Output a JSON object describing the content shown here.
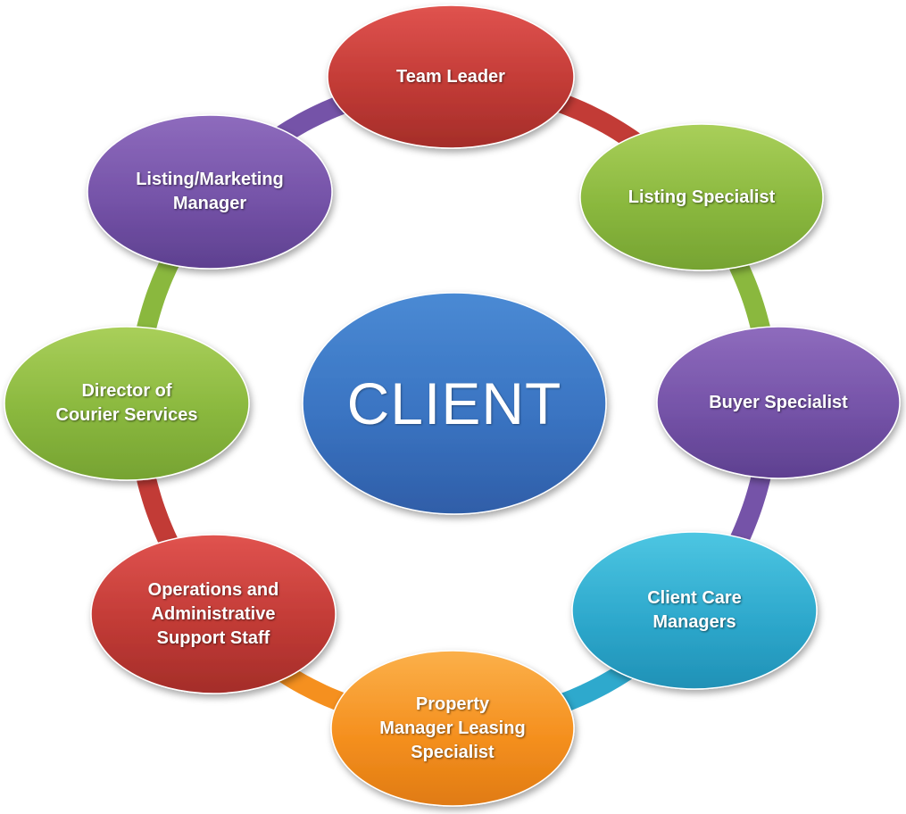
{
  "center": {
    "label": "CLIENT",
    "color": "blue"
  },
  "nodes": [
    {
      "id": "team-leader",
      "lines": [
        "Team Leader"
      ],
      "color": "red"
    },
    {
      "id": "listing-specialist",
      "lines": [
        "Listing Specialist"
      ],
      "color": "green"
    },
    {
      "id": "buyer-specialist",
      "lines": [
        "Buyer Specialist"
      ],
      "color": "purple"
    },
    {
      "id": "client-care-managers",
      "lines": [
        "Client Care",
        "Managers"
      ],
      "color": "cyan"
    },
    {
      "id": "property-manager-leasing-specialist",
      "lines": [
        "Property",
        "Manager Leasing",
        "Specialist"
      ],
      "color": "orange"
    },
    {
      "id": "operations-administrative-support-staff",
      "lines": [
        "Operations and",
        "Administrative",
        "Support Staff"
      ],
      "color": "red"
    },
    {
      "id": "director-of-courier-services",
      "lines": [
        "Director of",
        "Courier Services"
      ],
      "color": "green"
    },
    {
      "id": "listing-marketing-manager",
      "lines": [
        "Listing/Marketing",
        "Manager"
      ],
      "color": "purple"
    }
  ],
  "palette": {
    "red": {
      "light": "#e0534f",
      "mid": "#c23b36",
      "dark": "#a42d29"
    },
    "green": {
      "light": "#a9cf5a",
      "mid": "#8ab83e",
      "dark": "#76a332"
    },
    "purple": {
      "light": "#8e6bbd",
      "mid": "#7553a8",
      "dark": "#5e4090"
    },
    "cyan": {
      "light": "#4dc6e2",
      "mid": "#2ea9cd",
      "dark": "#2091b6"
    },
    "orange": {
      "light": "#fbb04a",
      "mid": "#f5901f",
      "dark": "#e07b12"
    },
    "blue": {
      "light": "#4a8ad4",
      "mid": "#3a74c2",
      "dark": "#2f5ea8"
    }
  }
}
